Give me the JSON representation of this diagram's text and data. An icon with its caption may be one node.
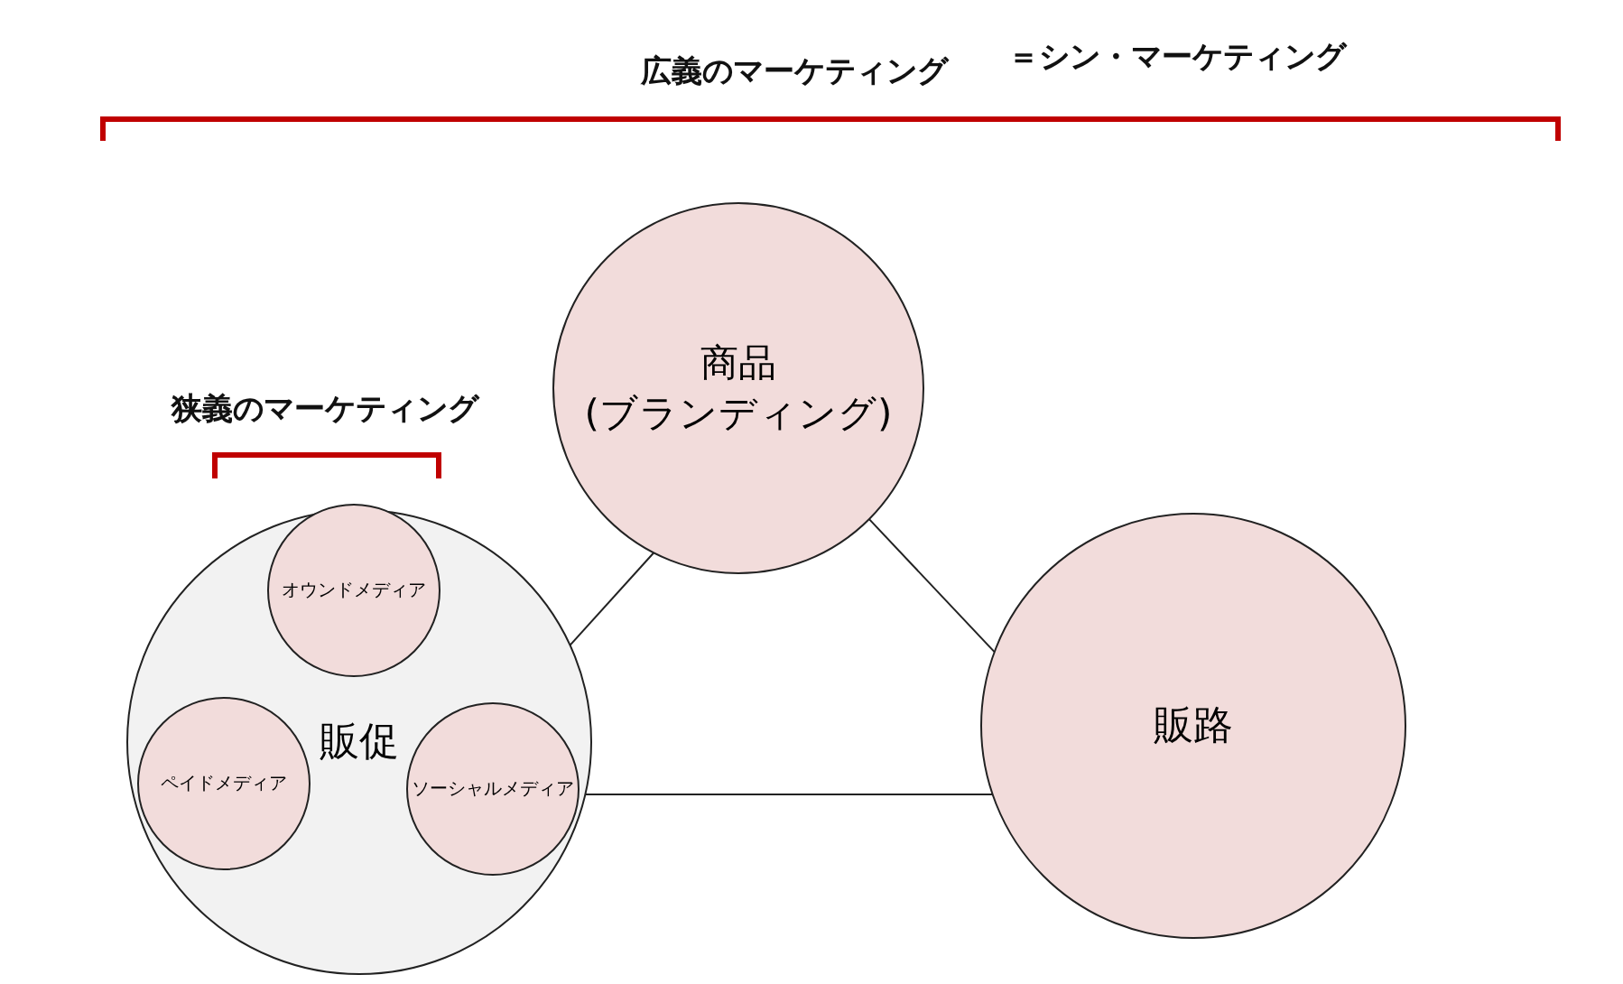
{
  "diagram": {
    "nodes": [
      {
        "text": [
          "販促"
        ]
      },
      {
        "text": [
          "オウンドメディア"
        ],
        "in": 0
      },
      {
        "text": [
          "ペイドメディア"
        ],
        "in": 0
      },
      {
        "text": [
          "ソーシャルメディア"
        ],
        "in": 0
      },
      {
        "text": [
          "商品",
          "(ブランディング)"
        ]
      },
      {
        "text": [
          "販路"
        ]
      }
    ],
    "edges": [
      {
        "from": 4,
        "to": 0,
        "arrow": "none"
      },
      {
        "from": 4,
        "to": 5,
        "arrow": "none"
      },
      {
        "from": 0,
        "to": 5,
        "arrow": "none"
      }
    ],
    "labels": [
      "広義のマーケティング",
      "＝シン・マーケティング",
      "狭義のマーケティング"
    ]
  }
}
